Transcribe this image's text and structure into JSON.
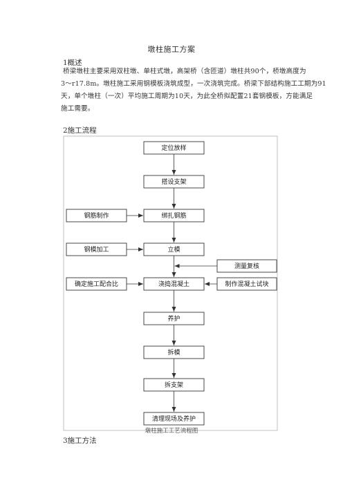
{
  "document": {
    "title": "墩柱施工方案",
    "section1": {
      "heading": "1概述",
      "lines": [
        "桥梁墩柱主要采用双柱墩、单柱式墩，高架桥（含匝道）墩柱共90个，桥墩高度为",
        "3～r17.8m。墩柱施工采用钢模板浇筑成型，一次浇筑完成。桥梁下部结构施工工期为91",
        "天，单个墩柱（一次）平均施工周期为10天，为此全桥拟配置21套钢模板，方能满足",
        "施工需要。"
      ]
    },
    "section2": {
      "heading": "2施工流程"
    },
    "flowchart": {
      "main_steps": [
        "定位放样",
        "搭设支架",
        "绑扎钢筋",
        "立模",
        "浇捣混凝土",
        "养护",
        "拆模",
        "拆支架",
        "清理现场及养护"
      ],
      "left_inputs": [
        "钢筋制作",
        "钢模加工",
        "确定施工配合比"
      ],
      "right_inputs": [
        "测量复核",
        "制作混凝土试块"
      ],
      "caption": "墩柱施工工艺流程图"
    },
    "section3": {
      "heading": "3施工方法"
    }
  }
}
